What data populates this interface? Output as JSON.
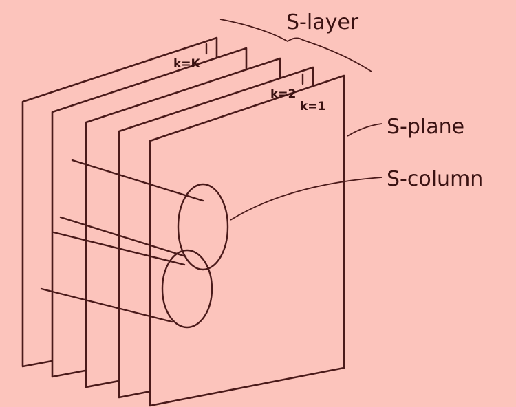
{
  "labels": {
    "s_layer": "S-layer",
    "s_plane": "S-plane",
    "s_column": "S-column",
    "plane_k_K": "k=K",
    "plane_k_2": "k=2",
    "plane_k_1": "k=1"
  },
  "colors": {
    "background": "#fcc4bc",
    "ink": "#4a1a1a"
  }
}
